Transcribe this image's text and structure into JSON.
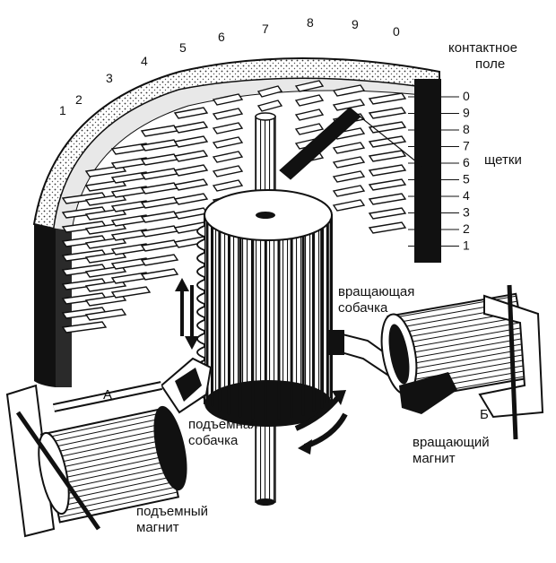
{
  "labels": {
    "contact_field_line1": "контактное",
    "contact_field_line2": "поле",
    "brushes": "щетки",
    "rotating_pawl_line1": "вращающая",
    "rotating_pawl_line2": "собачка",
    "lifting_pawl_line1": "подъемная",
    "lifting_pawl_line2": "собачка",
    "rotating_magnet_line1": "вращающий",
    "rotating_magnet_line2": "магнит",
    "lifting_magnet_line1": "подъемный",
    "lifting_magnet_line2": "магнит",
    "magnet_a": "А",
    "magnet_b": "Б"
  },
  "top_numbers": [
    "1",
    "2",
    "3",
    "4",
    "5",
    "6",
    "7",
    "8",
    "9",
    "0"
  ],
  "side_numbers": [
    "0",
    "9",
    "8",
    "7",
    "6",
    "5",
    "4",
    "3",
    "2",
    "1"
  ]
}
